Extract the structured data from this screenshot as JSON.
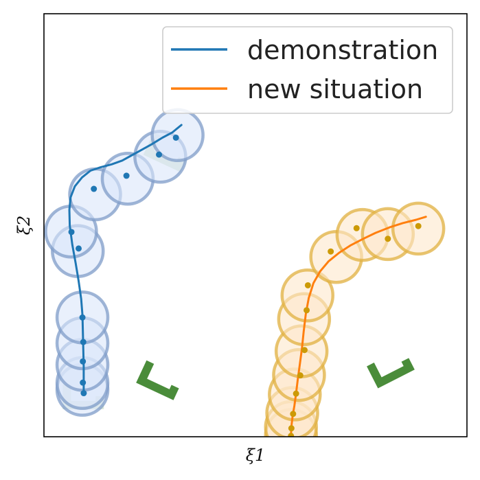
{
  "chart_data": {
    "type": "line",
    "title": "",
    "xlabel": "ξ1",
    "ylabel": "ξ2",
    "xlim": [
      0,
      100
    ],
    "ylim": [
      0,
      100
    ],
    "xticks": [],
    "yticks": [],
    "grid": false,
    "legend": {
      "placement": "top-right",
      "entries": [
        "demonstration",
        "new situation"
      ]
    },
    "colors": {
      "demonstration": "#1f77b4",
      "new_situation": "#ff7f0e",
      "demo_circle_fill": "#dbe6fa",
      "demo_circle_edge": "#7f9cc8",
      "new_circle_fill": "#fde7cc",
      "new_circle_edge": "#e0b040",
      "marker_fill": "#cc9a06",
      "obstacle": "#4a8c3a"
    },
    "series": [
      {
        "name": "demonstration",
        "curve": [
          [
            9.4,
            10.3
          ],
          [
            9.4,
            12.9
          ],
          [
            9.4,
            16.5
          ],
          [
            9.3,
            20.6
          ],
          [
            9.2,
            24.7
          ],
          [
            9.1,
            28.7
          ],
          [
            8.8,
            32.6
          ],
          [
            8.2,
            36.8
          ],
          [
            7.5,
            41.0
          ],
          [
            6.7,
            45.4
          ],
          [
            6.1,
            49.9
          ],
          [
            6.0,
            53.6
          ],
          [
            6.3,
            56.6
          ],
          [
            7.3,
            59.2
          ],
          [
            9.0,
            61.3
          ],
          [
            11.0,
            62.9
          ],
          [
            13.4,
            63.7
          ],
          [
            16.0,
            64.4
          ],
          [
            18.5,
            65.3
          ],
          [
            20.5,
            66.4
          ],
          [
            22.7,
            67.6
          ],
          [
            25.4,
            69.1
          ],
          [
            28.0,
            70.7
          ],
          [
            30.3,
            71.9
          ],
          [
            32.5,
            73.7
          ]
        ],
        "markers": [
          [
            9.4,
            10.3
          ],
          [
            9.2,
            12.8
          ],
          [
            9.2,
            17.8
          ],
          [
            9.3,
            22.4
          ],
          [
            9.1,
            28.2
          ],
          [
            8.2,
            44.5
          ],
          [
            6.5,
            48.4
          ],
          [
            11.8,
            58.6
          ],
          [
            19.5,
            61.7
          ],
          [
            27.2,
            66.7
          ],
          [
            31.2,
            70.7
          ]
        ],
        "circles": [
          [
            9.1,
            11.1
          ],
          [
            9.1,
            12.7
          ],
          [
            9.1,
            17.0
          ],
          [
            9.1,
            22.1
          ],
          [
            9.1,
            28.2
          ],
          [
            8.0,
            43.9
          ],
          [
            6.4,
            48.5
          ],
          [
            12.1,
            57.3
          ],
          [
            19.8,
            61.0
          ],
          [
            27.5,
            66.2
          ],
          [
            31.6,
            71.3
          ]
        ]
      },
      {
        "name": "new situation",
        "curve": [
          [
            58.4,
            0.3
          ],
          [
            58.5,
            2.5
          ],
          [
            58.8,
            5.0
          ],
          [
            59.2,
            7.3
          ],
          [
            59.6,
            10.2
          ],
          [
            60.0,
            13.5
          ],
          [
            60.5,
            17.2
          ],
          [
            61.0,
            21.0
          ],
          [
            61.4,
            24.8
          ],
          [
            61.9,
            29.0
          ],
          [
            62.6,
            32.8
          ],
          [
            63.7,
            36.3
          ],
          [
            65.3,
            39.1
          ],
          [
            67.3,
            41.5
          ],
          [
            69.8,
            43.5
          ],
          [
            72.4,
            45.2
          ],
          [
            75.5,
            46.8
          ],
          [
            78.4,
            48.2
          ],
          [
            81.7,
            49.5
          ],
          [
            84.8,
            50.5
          ],
          [
            88.0,
            51.3
          ],
          [
            90.3,
            52.0
          ]
        ],
        "markers": [
          [
            58.4,
            0.2
          ],
          [
            58.5,
            2.0
          ],
          [
            58.9,
            5.4
          ],
          [
            59.6,
            10.2
          ],
          [
            60.6,
            14.5
          ],
          [
            61.6,
            20.5
          ],
          [
            62.1,
            29.9
          ],
          [
            62.4,
            35.8
          ],
          [
            67.8,
            43.8
          ],
          [
            73.9,
            49.3
          ],
          [
            81.3,
            46.8
          ],
          [
            88.5,
            49.8
          ]
        ],
        "circles": [
          [
            58.4,
            0.4
          ],
          [
            58.4,
            2.3
          ],
          [
            58.7,
            5.6
          ],
          [
            59.3,
            10.0
          ],
          [
            60.3,
            14.6
          ],
          [
            60.9,
            20.2
          ],
          [
            61.5,
            27.8
          ],
          [
            62.3,
            33.4
          ],
          [
            69.1,
            42.5
          ],
          [
            75.3,
            47.7
          ],
          [
            81.3,
            47.9
          ],
          [
            88.5,
            49.2
          ]
        ]
      }
    ],
    "obstacles": [
      {
        "center": [
          27.5,
          13.5
        ],
        "angle": 25,
        "opacity": 1.0
      },
      {
        "center": [
          9.3,
          9.6
        ],
        "angle": 0,
        "opacity": 0.2
      },
      {
        "center": [
          81.9,
          16.4
        ],
        "angle": -27,
        "opacity": 1.0
      },
      {
        "center": [
          29.2,
          67.4
        ],
        "angle": 25,
        "opacity": 0.2
      }
    ]
  }
}
